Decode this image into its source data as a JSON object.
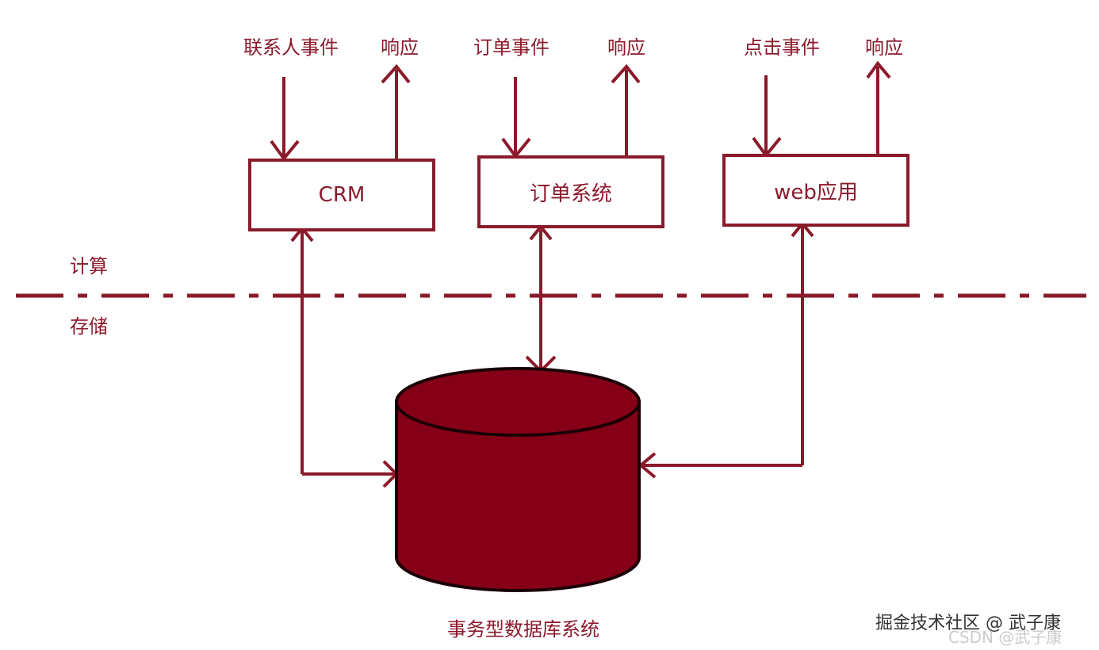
{
  "colors": {
    "accent": "#8b1a2b",
    "db_fill": "#850016"
  },
  "systems": [
    {
      "input": "联系人事件",
      "response": "响应",
      "name": "CRM"
    },
    {
      "input": "订单事件",
      "response": "响应",
      "name": "订单系统"
    },
    {
      "input": "点击事件",
      "response": "响应",
      "name": "web应用"
    }
  ],
  "layers": {
    "compute": "计算",
    "storage": "存储"
  },
  "database": {
    "label": "事务型数据库系统"
  },
  "watermark": {
    "main": "掘金技术社区 @ 武子康",
    "sub": "CSDN @武子康"
  }
}
